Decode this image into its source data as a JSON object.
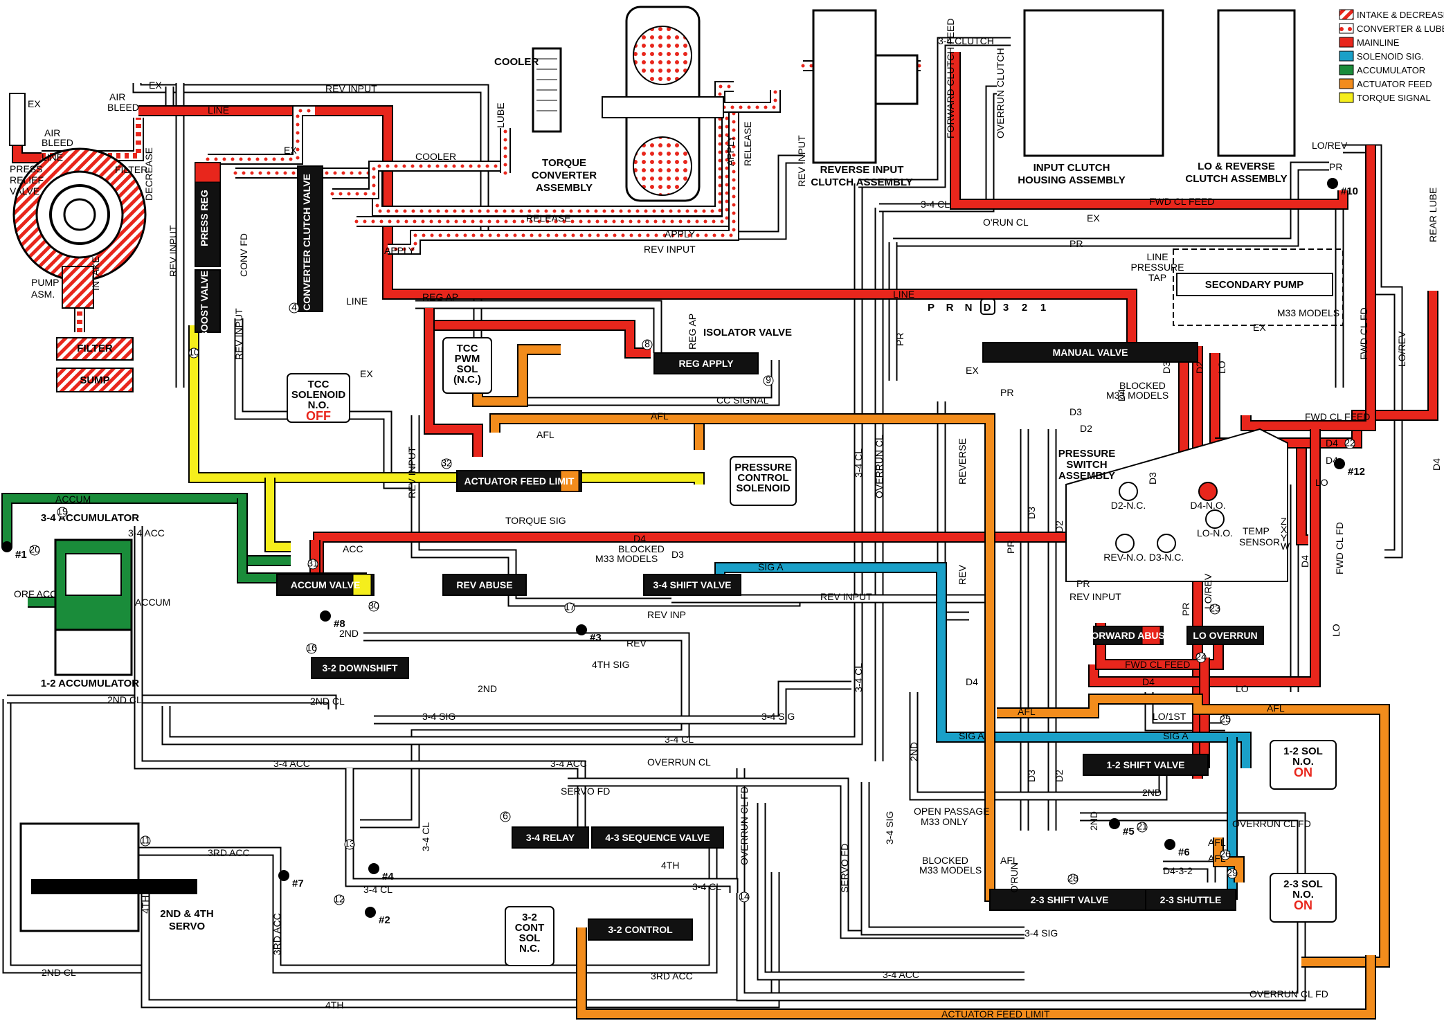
{
  "colors": {
    "mainline": "#e8261c",
    "solenoid_sig": "#1aa0c8",
    "accumulator": "#1a8c3a",
    "actuator_feed": "#f28c1c",
    "torque_signal": "#f5ee1c",
    "line_gray": "#ffffff",
    "outline": "#000000"
  },
  "legend": [
    {
      "label": "INTAKE & DECREASE",
      "style": "hatch"
    },
    {
      "label": "CONVERTER & LUBE",
      "style": "dots"
    },
    {
      "label": "MAINLINE",
      "style": "mainline"
    },
    {
      "label": "SOLENOID SIG.",
      "style": "solenoid_sig"
    },
    {
      "label": "ACCUMULATOR",
      "style": "accumulator"
    },
    {
      "label": "ACTUATOR FEED",
      "style": "actuator_feed"
    },
    {
      "label": "TORQUE SIGNAL",
      "style": "torque_signal"
    }
  ],
  "assemblies": {
    "cooler": "COOLER",
    "lube": "LUBE",
    "torque_converter": [
      "TORQUE",
      "CONVERTER",
      "ASSEMBLY"
    ],
    "reverse_input": [
      "REVERSE INPUT",
      "CLUTCH ASSEMBLY"
    ],
    "input_clutch": [
      "INPUT CLUTCH",
      "HOUSING ASSEMBLY"
    ],
    "lo_reverse": [
      "LO & REVERSE",
      "CLUTCH ASSEMBLY"
    ],
    "pump": [
      "PUMP",
      "ASM."
    ],
    "pressure_relief": [
      "PRESS",
      "RELIEF",
      "VALVE"
    ],
    "filter": "FILTER",
    "sump": "SUMP",
    "accum_12": "1-2 ACCUMULATOR",
    "accum_34": "3-4 ACCUMULATOR",
    "servo": [
      "2ND & 4TH",
      "SERVO"
    ],
    "pressure_switch": [
      "PRESSURE",
      "SWITCH",
      "ASSEMBLY"
    ],
    "secondary_pump": "SECONDARY PUMP",
    "m33_models": "M33 MODELS",
    "line_pressure_tap": [
      "LINE",
      "PRESSURE",
      "TAP"
    ],
    "temp_sensor": [
      "TEMP",
      "SENSOR"
    ]
  },
  "valves": {
    "press_reg": "PRESS REG",
    "boost_valve": "BOOST VALVE",
    "converter_clutch": "CONVERTER CLUTCH VALVE",
    "reg_apply": "REG APPLY",
    "isolator": "ISOLATOR VALVE",
    "actuator_feed_limit": "ACTUATOR FEED LIMIT",
    "manual": "MANUAL VALVE",
    "accum": "ACCUM VALVE",
    "rev_abuse": "REV ABUSE",
    "shift_34": "3-4 SHIFT VALVE",
    "downshift_32": "3-2 DOWNSHIFT",
    "forward_abuse": "FORWARD ABUSE",
    "lo_overrun": "LO OVERRUN",
    "shift_12": "1-2 SHIFT VALVE",
    "relay_34": "3-4 RELAY",
    "sequence_43": "4-3 SEQUENCE VALVE",
    "control_32": "3-2 CONTROL",
    "shift_23": "2-3 SHIFT VALVE",
    "shuttle_23": "2-3 SHUTTLE"
  },
  "solenoids": {
    "tcc": [
      "TCC",
      "SOLENOID",
      "N.O."
    ],
    "tcc_state": "OFF",
    "tcc_pwm": [
      "TCC",
      "PWM",
      "SOL",
      "(N.C.)"
    ],
    "pcs": [
      "PRESSURE",
      "CONTROL",
      "SOLENOID"
    ],
    "sol_12": [
      "1-2 SOL",
      "N.O."
    ],
    "sol_12_state": "ON",
    "sol_23": [
      "2-3 SOL",
      "N.O."
    ],
    "sol_23_state": "ON",
    "cont_32": [
      "3-2",
      "CONT",
      "SOL",
      "N.C."
    ]
  },
  "gears": [
    "P",
    "R",
    "N",
    "D",
    "3",
    "2",
    "1"
  ],
  "switches": [
    "D2-N.C.",
    "D3-N.C.",
    "REV-N.O.",
    "D4-N.O.",
    "LO-N.O."
  ],
  "switch_letters": [
    "Z",
    "X",
    "Y",
    "W"
  ],
  "checkballs": [
    "#1",
    "#2",
    "#3",
    "#4",
    "#5",
    "#6",
    "#7",
    "#8",
    "#10",
    "#12"
  ],
  "orifices": [
    "4",
    "6",
    "8",
    "9",
    "10",
    "11",
    "12",
    "13",
    "14",
    "16",
    "17",
    "19",
    "20",
    "21",
    "22",
    "23",
    "24",
    "25",
    "26",
    "28",
    "29",
    "30",
    "31",
    "32"
  ],
  "passages": {
    "line": "LINE",
    "rev_input": "REV INPUT",
    "ex": "EX",
    "air_bleed": [
      "AIR",
      "BLEED"
    ],
    "decrease": "DECREASE",
    "intake": "INTAKE",
    "filter": "FILTER",
    "cooler": "COOLER",
    "release": "RELEASE",
    "apply": "APPLY",
    "conv_fd": "CONV FD",
    "reg_ap": "REG AP",
    "cc_signal": "CC SIGNAL",
    "afl": "AFL",
    "torque_sig": "TORQUE SIG",
    "accum": "ACCUM",
    "acc_34": "3-4 ACC",
    "orf_acc": "ORF ACC",
    "acc": "ACC",
    "d4": "D4",
    "d3": "D3",
    "d2": "D2",
    "lo": "LO",
    "pr": "PR",
    "reverse": "REVERSE",
    "cl_34": "3-4 CL",
    "overrun_cl": "OVERRUN CL",
    "o_run_cl": "O'RUN CL",
    "fwd_cl_feed": "FWD CL FEED",
    "forward_clutch_feed": "FORWARD CLUTCH FEED",
    "overrun_clutch": "OVERRUN CLUTCH",
    "clutch_34": "3-4 CLUTCH",
    "lo_rev": "LO/REV",
    "fwd_cl_fd": "FWD CL FD",
    "rear_lube": "REAR LUBE",
    "sig_a": "SIG A",
    "rev_inp": "REV INP",
    "rev": "REV",
    "nd2": "2ND",
    "nd2_cl": "2ND CL",
    "th4_sig": "4TH SIG",
    "sig_34": "3-4 SIG",
    "lo_1st": "LO/1ST",
    "servo_fd": "SERVO FD",
    "acc_3rd": "3RD ACC",
    "th4": "4TH",
    "overrun_cl_fd": "OVERRUN CL FD",
    "actuator_feed_limit": "ACTUATOR FEED LIMIT",
    "d432": "D4-3-2",
    "orun": "O'RUN",
    "open_passage": [
      "OPEN PASSAGE",
      "M33 ONLY"
    ],
    "blocked": [
      "BLOCKED",
      "M33 MODELS"
    ]
  }
}
